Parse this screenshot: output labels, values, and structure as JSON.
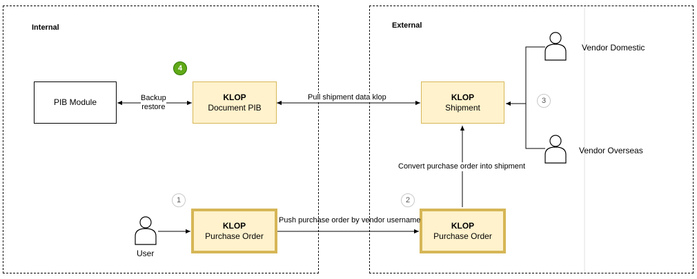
{
  "zones": {
    "internal": "Internal",
    "external": "External"
  },
  "nodes": {
    "pib_module": "PIB Module",
    "doc_pib": {
      "title": "KLOP",
      "subtitle": "Document PIB"
    },
    "shipment": {
      "title": "KLOP",
      "subtitle": "Shipment"
    },
    "po_internal": {
      "title": "KLOP",
      "subtitle": "Purchase Order"
    },
    "po_external": {
      "title": "KLOP",
      "subtitle": "Purchase Order"
    }
  },
  "actors": {
    "user": "User",
    "vendor_domestic": "Vendor Domestic",
    "vendor_overseas": "Vendor Overseas"
  },
  "edge_labels": {
    "backup_line1": "Backup",
    "backup_line2": "restore",
    "pull_shipment": "Pull shipment data klop",
    "convert_po": "Convert purchase order into shipment",
    "push_po": "Push purchase order by vendor username"
  },
  "badges": {
    "step1": "1",
    "step2": "2",
    "step3": "3",
    "step4": "4"
  },
  "colors": {
    "yellow_fill": "#fff2cc",
    "yellow_border": "#d6b656",
    "badge_green": "#60a917"
  }
}
